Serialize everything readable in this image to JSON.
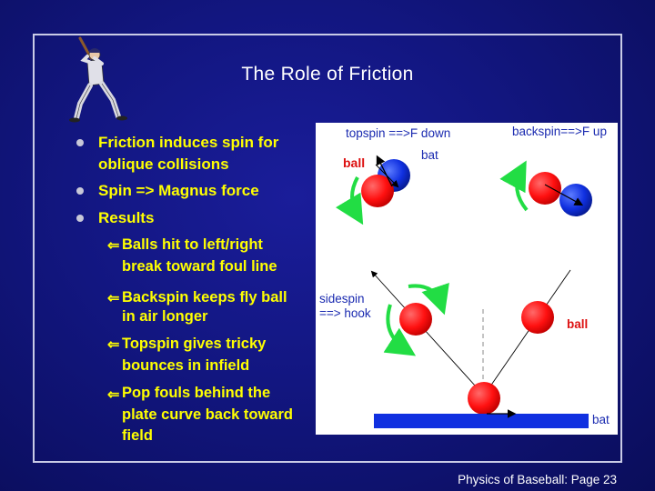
{
  "slide": {
    "title": "The Role of Friction",
    "footer": "Physics of Baseball:  Page 23"
  },
  "bullets": [
    {
      "lines": [
        "Friction induces spin for",
        "oblique collisions"
      ]
    },
    {
      "lines": [
        "Spin => Magnus force"
      ]
    },
    {
      "lines": [
        "Results"
      ]
    }
  ],
  "sub_bullets": [
    {
      "lines": [
        "Balls hit to left/right",
        "break toward foul line"
      ]
    },
    {
      "lines": [
        "Backspin keeps fly ball",
        "in air longer"
      ]
    },
    {
      "lines": [
        "Topspin gives tricky",
        "bounces in infield"
      ]
    },
    {
      "lines": [
        "Pop fouls behind the",
        "plate curve back toward",
        "field"
      ]
    }
  ],
  "diagram": {
    "topspin_label": "topspin ==>F down",
    "backspin_label": "backspin==>F up",
    "ball_label": "ball",
    "bat_label": "bat",
    "sidespin_label_1": "sidespin",
    "sidespin_label_2": "==> hook",
    "ball_label_right": "ball",
    "bat_label_bottom": "bat"
  },
  "colors": {
    "background": "#121680",
    "title_text": "#ffffff",
    "bullet_text": "#ffff00",
    "ball": "#ff1010",
    "bat_ball": "#1030e0",
    "spin_arrow": "#22dd44",
    "diagram_text": "#1a2ab0"
  },
  "icons": [
    "baseball-batter-clipart",
    "bullet-dot-icon",
    "sub-bullet-arrow-icon"
  ]
}
